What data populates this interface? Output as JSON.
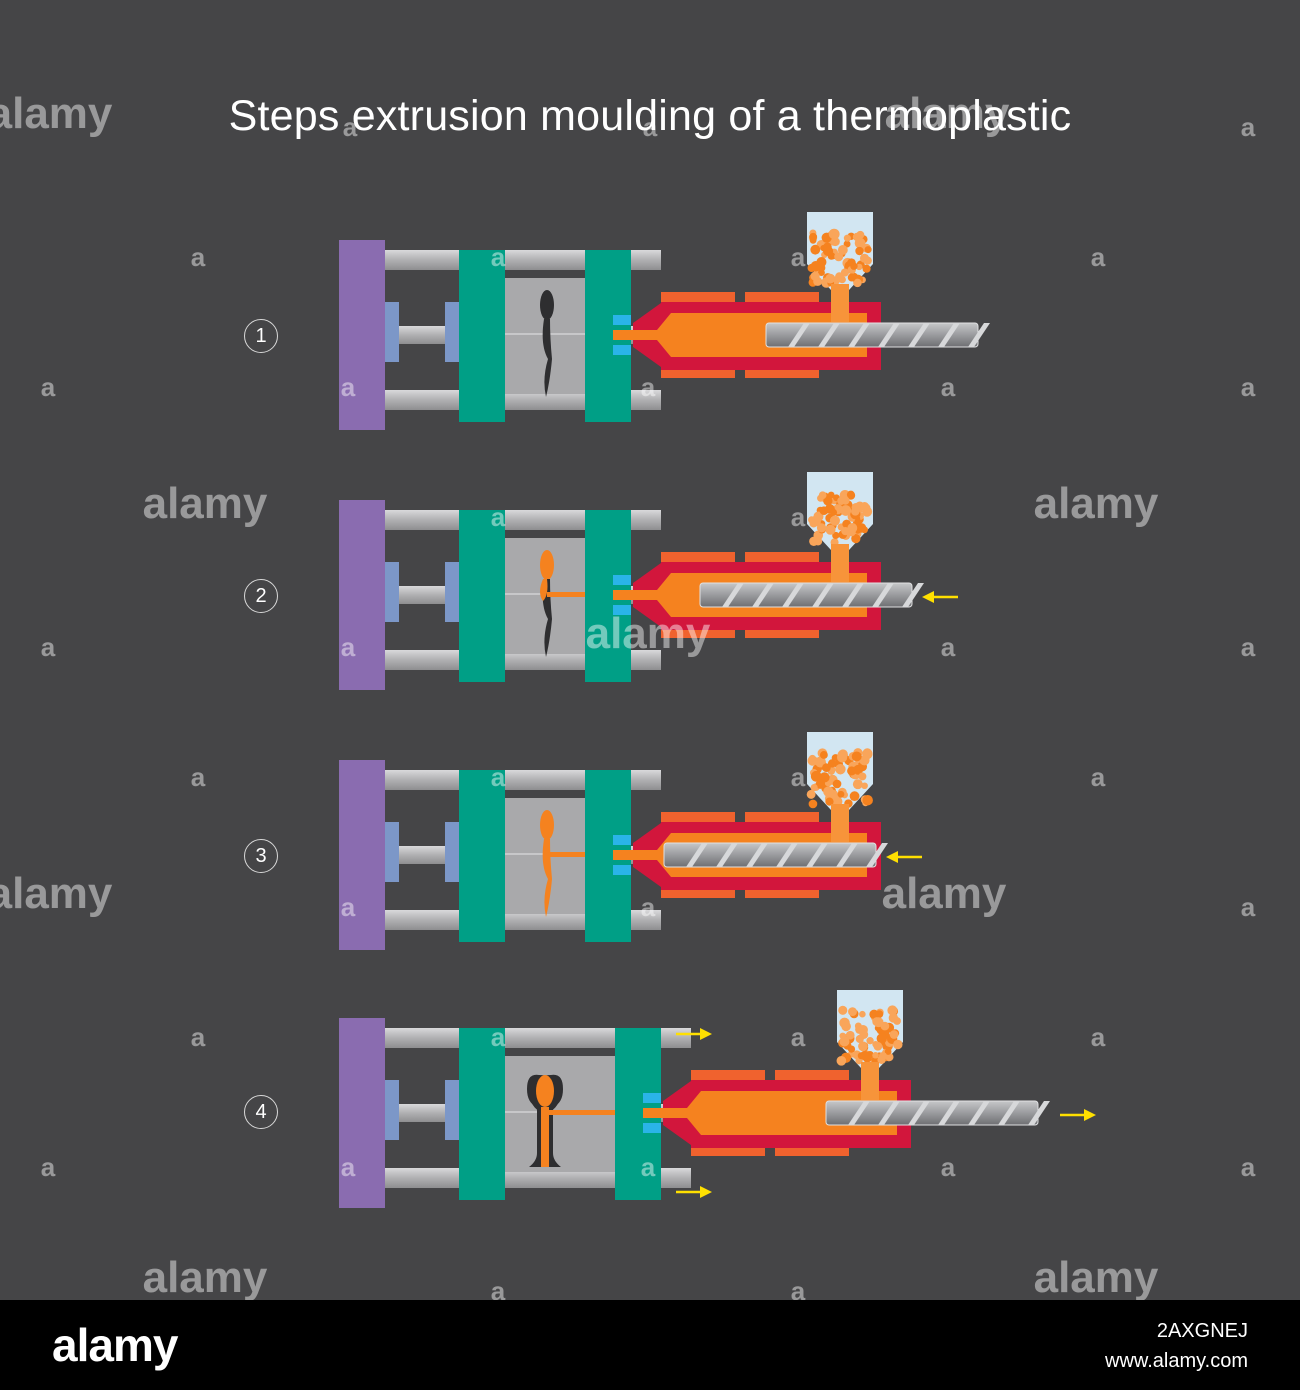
{
  "title": "Steps extrusion moulding of a thermoplastic",
  "steps": [
    {
      "label": "1",
      "stroke": 0.0,
      "mould": "closed",
      "fill": "empty",
      "screw_arrow": "none",
      "unit_arrows": false
    },
    {
      "label": "2",
      "stroke": 0.33,
      "mould": "closed",
      "fill": "partial",
      "screw_arrow": "left",
      "unit_arrows": false
    },
    {
      "label": "3",
      "stroke": 0.51,
      "mould": "closed",
      "fill": "full",
      "screw_arrow": "left",
      "unit_arrows": false
    },
    {
      "label": "4",
      "stroke": 0.0,
      "mould": "open",
      "fill": "ejected",
      "screw_arrow": "right",
      "unit_arrows": true
    }
  ],
  "colors": {
    "background": "#454547",
    "fixed_platen": "#8a6cb0",
    "platen": "#009f86",
    "tie_bar": "#b4b4b6",
    "mould": "#a9a9ab",
    "barrel": "#d2163c",
    "melt": "#f5821f",
    "heater": "#f0622e",
    "screw": "#8f9093",
    "hopper": "#d2e6f2",
    "cavity_empty": "#2e2e30",
    "nozzle": "#2ab4e8",
    "arrow": "#ffe000",
    "spacer": "#7c97c8"
  },
  "watermark": {
    "text": "alamy",
    "small": "a"
  },
  "footer": {
    "logo": "alamy",
    "image_id": "2AXGNEJ",
    "url": "www.alamy.com"
  }
}
